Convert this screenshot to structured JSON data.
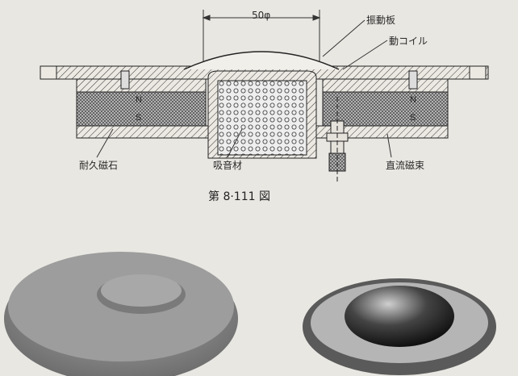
{
  "figure": {
    "caption": "第 8·111 図",
    "dimension": "50φ",
    "labels": {
      "diaphragm": "振動板",
      "voice_coil": "動コイル",
      "permanent_magnet": "耐久磁石",
      "absorbent": "吸音材",
      "dc_flux": "直流磁束"
    },
    "poles": {
      "north": "N",
      "south": "S"
    }
  }
}
